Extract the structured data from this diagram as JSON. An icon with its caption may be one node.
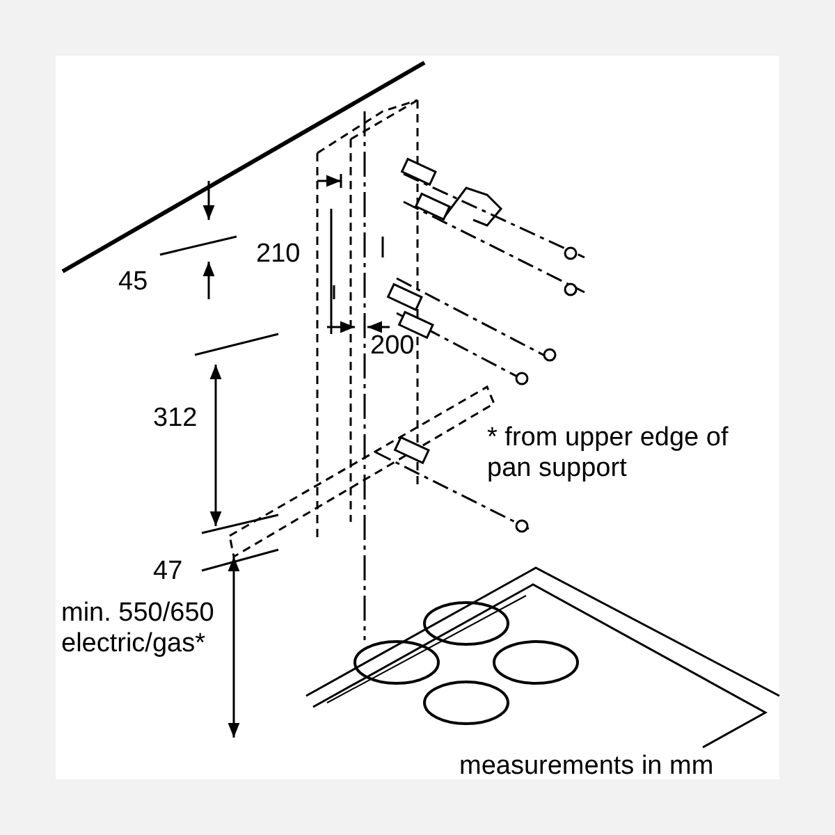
{
  "diagram": {
    "labels": [
      "45",
      "210",
      "200",
      "312",
      "47",
      "min. 550/650 electric/gas*",
      "* from upper edge of pan support",
      "measurements in mm"
    ]
  }
}
